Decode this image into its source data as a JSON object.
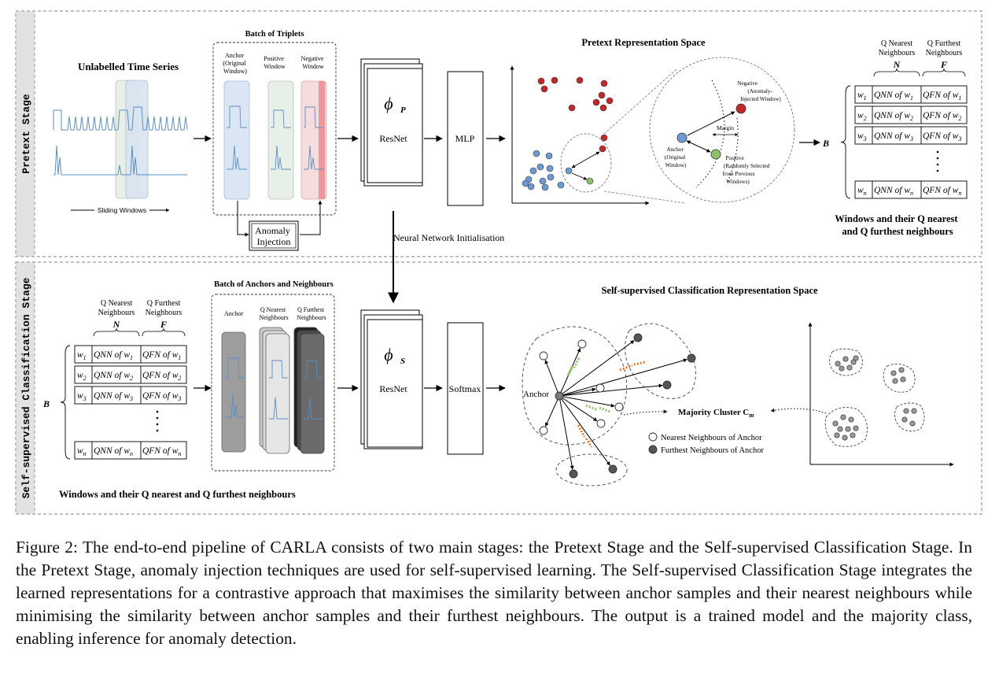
{
  "pretext": {
    "stage_label": "Pretext Stage",
    "unlabelled_title": "Unlabelled Time Series",
    "sliding_windows": "Sliding Windows",
    "batch_title": "Batch of Triplets",
    "anchor_label": [
      "Anchor",
      "(Original",
      "Window)"
    ],
    "positive_label": [
      "Positive",
      "Window"
    ],
    "negative_label": [
      "Negative",
      "Window"
    ],
    "anomaly_injection": [
      "Anomaly",
      "Injection"
    ],
    "phi": "ϕ",
    "phi_sub": "P",
    "resnet": "ResNet",
    "mlp": "MLP",
    "space_title": "Pretext Representation Space",
    "neg_note": [
      "Negative",
      "(Anomaly-",
      "Injected Window)"
    ],
    "margin": "Margin",
    "anchor_note": [
      "Anchor",
      "(Original",
      "Window)"
    ],
    "pos_note": [
      "Positive",
      "(Randomly Selected",
      "from Previous",
      "Windows)"
    ],
    "b_label": "B",
    "table_caption": [
      "Windows and their Q nearest",
      "and Q furthest neighbours"
    ],
    "nn_init": "Neural Network Initialisation"
  },
  "table_headers": {
    "nearest": [
      "Q Nearest",
      "Neighbours"
    ],
    "furthest": [
      "Q Furthest",
      "Neighbours"
    ],
    "n": "N",
    "f": "F"
  },
  "table_rows": [
    {
      "w": "w",
      "sub": "1",
      "qnn": "QNN of w",
      "qfn": "QFN of w"
    },
    {
      "w": "w",
      "sub": "2",
      "qnn": "QNN of w",
      "qfn": "QFN of w"
    },
    {
      "w": "w",
      "sub": "3",
      "qnn": "QNN of w",
      "qfn": "QFN of w"
    },
    {
      "w": "w",
      "sub": "n",
      "qnn": "QNN of w",
      "qfn": "QFN of w"
    }
  ],
  "selfsup": {
    "stage_label": "Self-supervised Classification Stage",
    "batch_title": "Batch of Anchors and Neighbours",
    "anchor": "Anchor",
    "nearest": [
      "Q Nearest",
      "Neighbours"
    ],
    "furthest": [
      "Q Furthest",
      "Neighbours"
    ],
    "phi": "ϕ",
    "phi_sub": "S",
    "resnet": "ResNet",
    "softmax": "Softmax",
    "space_title": "Self-supervised Classification Representation Space",
    "anchor_node": "Anchor",
    "majority_cluster": "Majority Cluster C",
    "majority_sub": "m",
    "legend_nearest": "Nearest Neighbours of Anchor",
    "legend_furthest": "Furthest Neighbours of Anchor",
    "b_label": "B",
    "table_caption": "Windows and their Q nearest and Q furthest neighbours"
  },
  "caption": "Figure 2: The end-to-end pipeline of CARLA consists of two main stages: the Pretext Stage and the Self-supervised Classification Stage. In the Pretext Stage, anomaly injection techniques are used for self-supervised learning. The Self-supervised Classification Stage integrates the learned representations for a contrastive approach that maximises the similarity between anchor samples and their nearest neighbours while minimising the similarity between anchor samples and their furthest neighbours. The output is a trained model and the majority class, enabling inference for anomaly detection.",
  "colors": {
    "panel_border": "#9a9a9a",
    "side_bar": "#e2e2e2",
    "anchor_fill": "#dbe6f4",
    "positive_fill": "#e7efe7",
    "negative_fill": "#f6dcdc",
    "series_blue": "#5b8fc7",
    "red_point": "#c0282a",
    "blue_point": "#6f9bd3",
    "green_point": "#8cc26a",
    "orange_arrow": "#e97c2c",
    "green_arrow": "#8cc26a"
  }
}
